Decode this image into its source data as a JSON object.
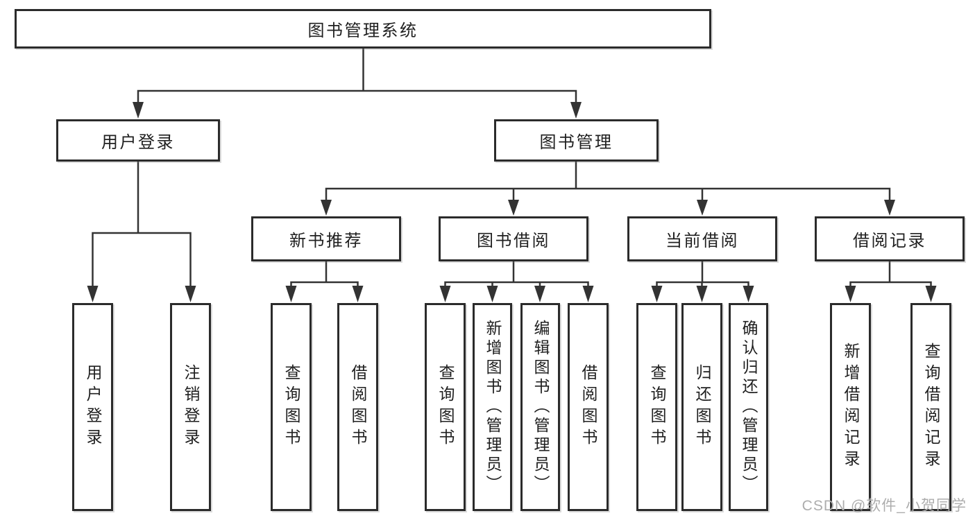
{
  "diagram_title": "图书管理系统",
  "tree": {
    "root": {
      "label": "图书管理系统"
    },
    "children": [
      {
        "label": "用户登录",
        "children": [
          {
            "label": "用户登录"
          },
          {
            "label": "注销登录"
          }
        ]
      },
      {
        "label": "图书管理",
        "children": [
          {
            "label": "新书推荐",
            "children": [
              {
                "label": "查询图书"
              },
              {
                "label": "借阅图书"
              }
            ]
          },
          {
            "label": "图书借阅",
            "children": [
              {
                "label": "查询图书"
              },
              {
                "label": "新增图书（管理员）"
              },
              {
                "label": "编辑图书（管理员）"
              },
              {
                "label": "借阅图书"
              }
            ]
          },
          {
            "label": "当前借阅",
            "children": [
              {
                "label": "查询图书"
              },
              {
                "label": "归还图书"
              },
              {
                "label": "确认归还（管理员）"
              }
            ]
          },
          {
            "label": "借阅记录",
            "children": [
              {
                "label": "新增借阅记录"
              },
              {
                "label": "查询借阅记录"
              }
            ]
          }
        ]
      }
    ]
  },
  "watermark": {
    "text": "CSDN @软件_小贺同学",
    "color": "#adadad"
  },
  "colors": {
    "background": "#ffffff",
    "line": "#333333",
    "box_border": "#2b2b2b",
    "text": "#1f1f1f"
  }
}
